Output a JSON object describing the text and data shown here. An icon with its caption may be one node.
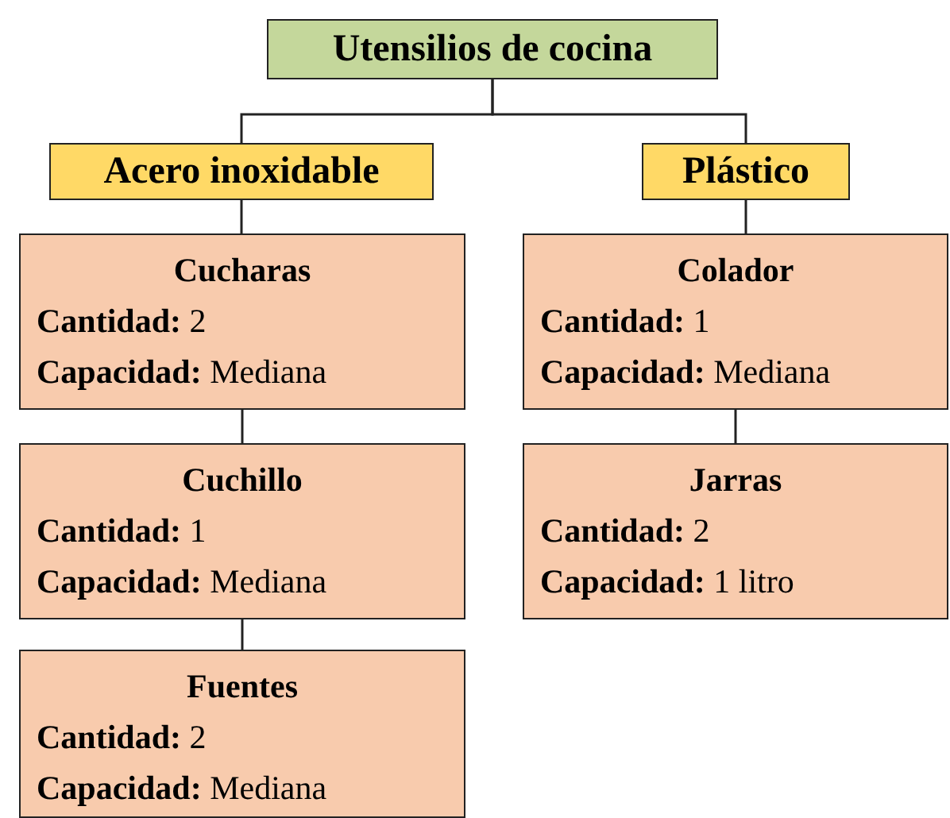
{
  "diagram": {
    "nodes": [
      {
        "text": [
          "Utensilios de cocina"
        ]
      },
      {
        "text": [
          "Acero inoxidable"
        ]
      },
      {
        "text": [
          "Plástico"
        ]
      },
      {
        "text": [
          "Cucharas",
          "**Cantidad:** 2",
          "**Capacidad:** Mediana"
        ]
      },
      {
        "text": [
          "Cuchillo",
          "**Cantidad:** 1",
          "**Capacidad:** Mediana"
        ]
      },
      {
        "text": [
          "Fuentes",
          "**Cantidad:** 2",
          "**Capacidad:** Mediana"
        ]
      },
      {
        "text": [
          "Colador",
          "**Cantidad:** 1",
          "**Capacidad:** Mediana"
        ]
      },
      {
        "text": [
          "Jarras",
          "**Cantidad:** 2",
          "**Capacidad:** 1 litro"
        ]
      }
    ],
    "edges": [
      {
        "from": 0,
        "to": 1,
        "arrow": "none"
      },
      {
        "from": 0,
        "to": 2,
        "arrow": "none"
      },
      {
        "from": 1,
        "to": 3,
        "arrow": "none"
      },
      {
        "from": 3,
        "to": 4,
        "arrow": "none"
      },
      {
        "from": 4,
        "to": 5,
        "arrow": "none"
      },
      {
        "from": 2,
        "to": 6,
        "arrow": "none"
      },
      {
        "from": 6,
        "to": 7,
        "arrow": "none"
      }
    ]
  }
}
